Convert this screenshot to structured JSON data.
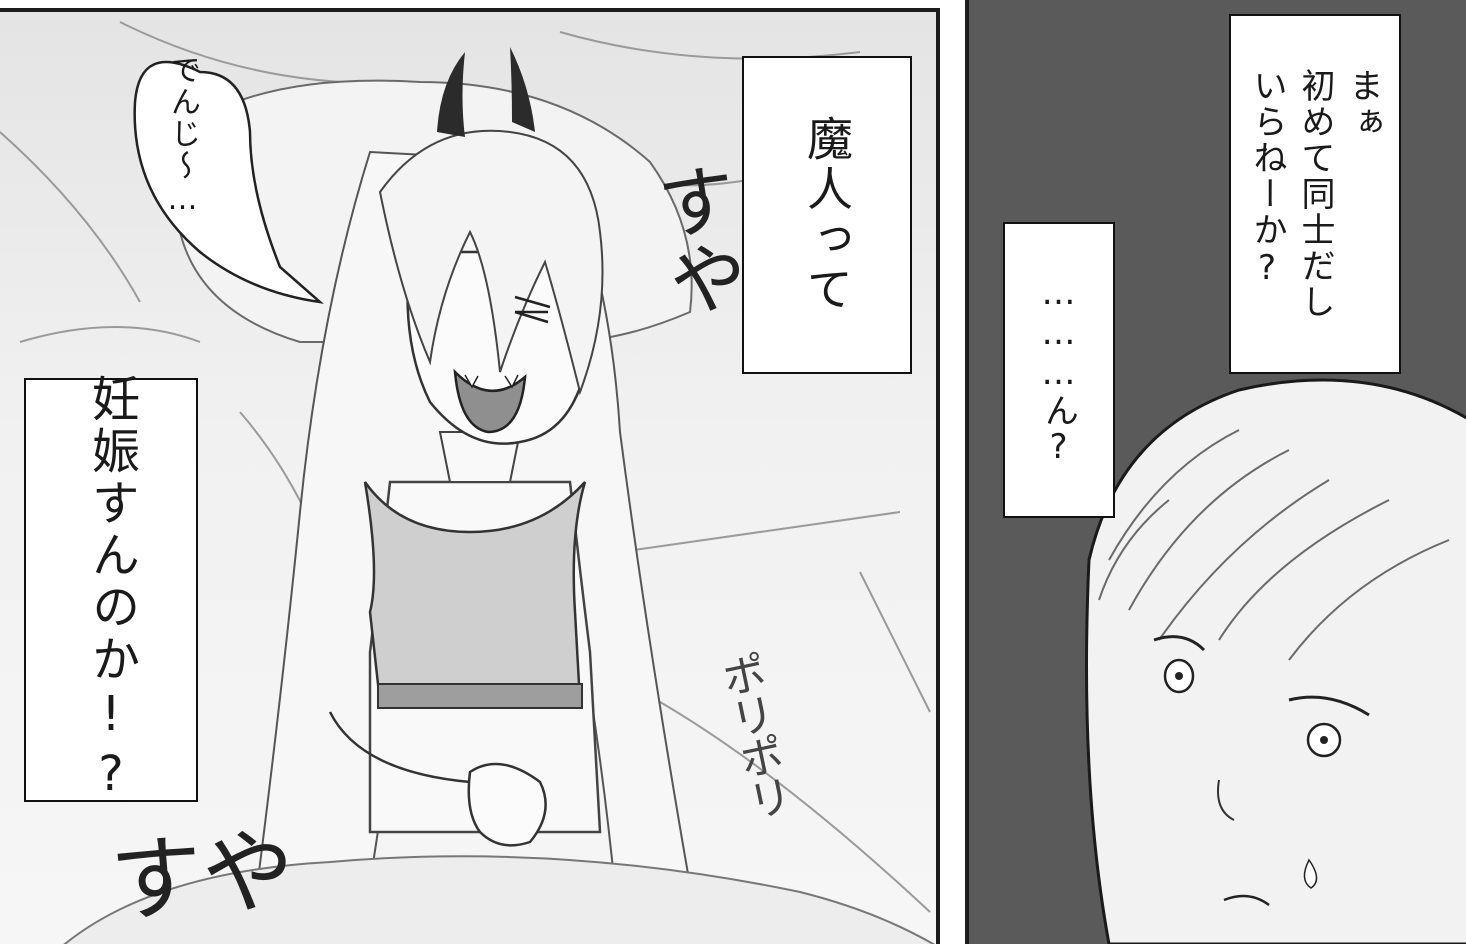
{
  "left_panel": {
    "speech_bubble": "でんじ〜…",
    "caption_top": "魔人って",
    "caption_bottom": "妊娠すんのか!?",
    "sfx_suya_right": "すや",
    "sfx_suya_bottom": "すや",
    "sfx_pori": "ポリポリ"
  },
  "right_panel": {
    "caption_top": "まぁ\n初めて同士だし\nいらねーか?",
    "caption_middle": "………ん?"
  },
  "colors": {
    "ink": "#1a1a1a",
    "panel_border": "#1c1c1c",
    "dark_background": "#5a5a5a",
    "horn": "#2b2b2b",
    "caption_fill": "#ffffff"
  }
}
